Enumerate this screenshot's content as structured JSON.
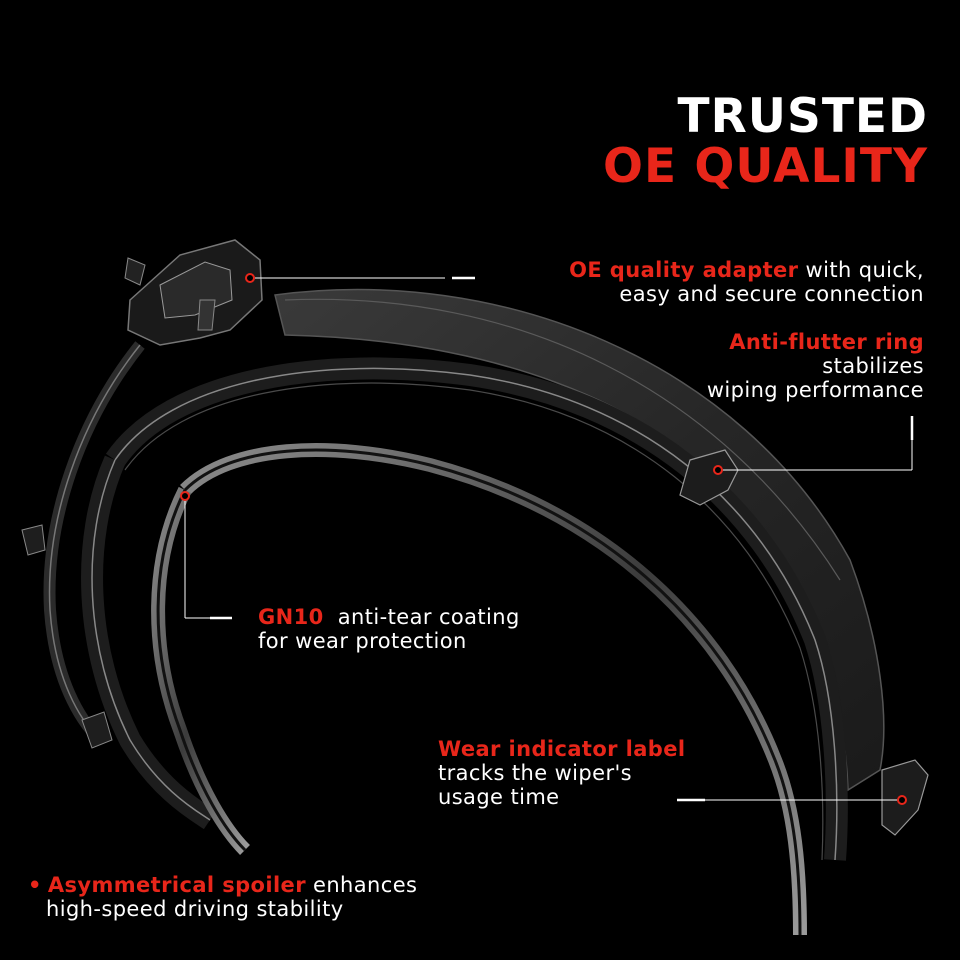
{
  "headline": {
    "line1": "TRUSTED",
    "line2": "OE QUALITY"
  },
  "callouts": {
    "adapter": {
      "highlight": "OE quality adapter",
      "text_line1": " with quick,",
      "text_line2": "easy and secure connection"
    },
    "ring": {
      "highlight": "Anti-flutter ring",
      "text_line1": "stabilizes",
      "text_line2": "wiping performance"
    },
    "gn10": {
      "highlight": "GN10",
      "text_line1": "  anti-tear coating",
      "text_line2": "for wear protection"
    },
    "wear": {
      "highlight": "Wear indicator label",
      "text_line1": "tracks the wiper's",
      "text_line2": "usage time"
    },
    "spoiler": {
      "bullet": "•",
      "highlight": "Asymmetrical spoiler",
      "text_line1": " enhances",
      "text_line2": "high-speed driving stability"
    }
  },
  "colors": {
    "background": "#000000",
    "accent": "#e8261a",
    "text": "#ffffff"
  }
}
